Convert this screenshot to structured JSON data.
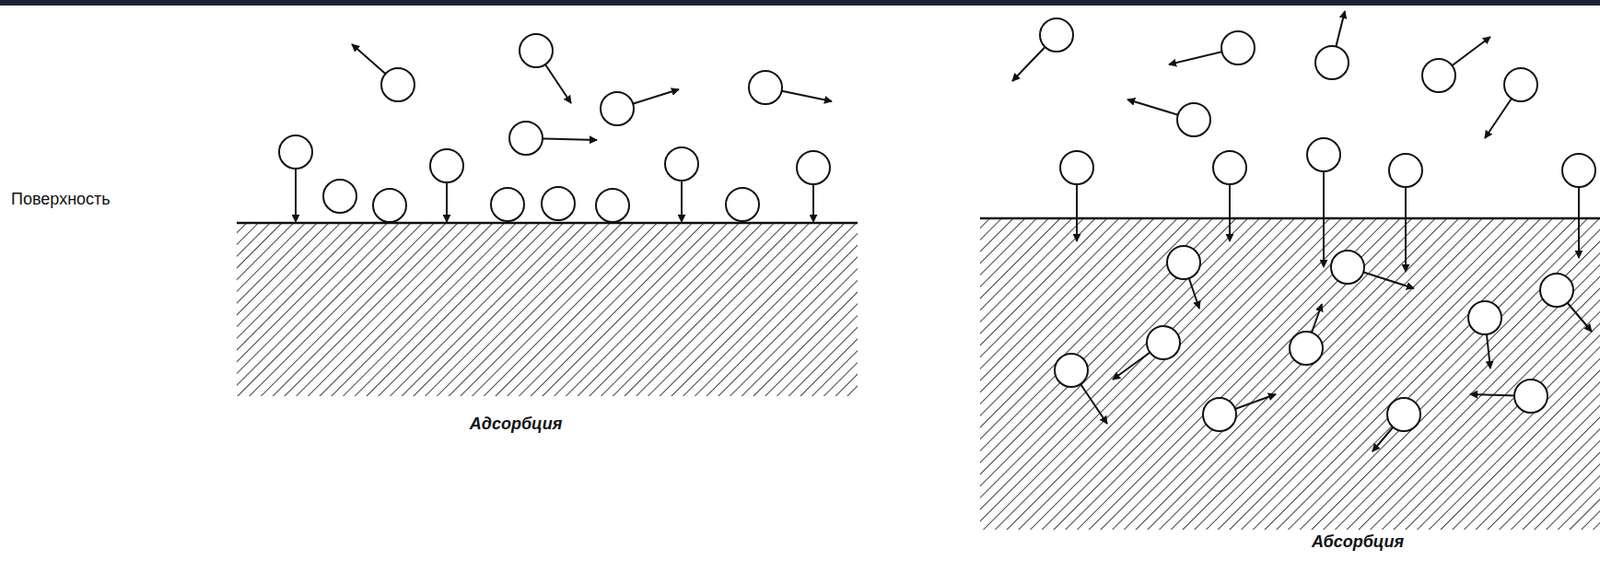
{
  "diagram": {
    "labels": [
      "Поверхность",
      "Адсорбция",
      "Абсорбция"
    ]
  }
}
